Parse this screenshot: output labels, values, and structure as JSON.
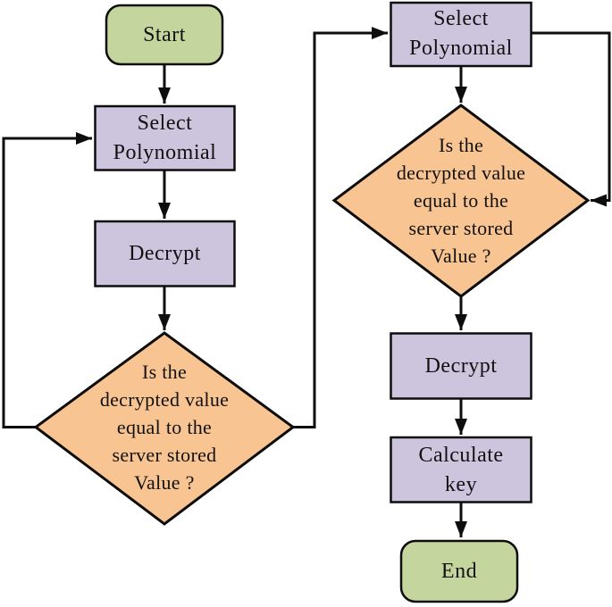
{
  "colors": {
    "terminal_fill": "#c4d69e",
    "process_fill": "#cdc5de",
    "decision_fill": "#f8c492",
    "line": "#0d0d0d",
    "background": "#ffffff",
    "text": "#111111"
  },
  "nodes": {
    "start": {
      "type": "terminal",
      "label": "Start"
    },
    "select_polynomial_1": {
      "type": "process",
      "lines": [
        "Select",
        "Polynomial"
      ]
    },
    "decrypt_1": {
      "type": "process",
      "label": "Decrypt"
    },
    "decision_1": {
      "type": "decision",
      "lines": [
        "Is the",
        "decrypted value",
        "equal to the",
        "server stored",
        "Value ?"
      ]
    },
    "select_polynomial_2": {
      "type": "process",
      "lines": [
        "Select",
        "Polynomial"
      ]
    },
    "decision_2": {
      "type": "decision",
      "lines": [
        "Is the",
        "decrypted value",
        "equal to the",
        "server stored",
        "Value ?"
      ]
    },
    "decrypt_2": {
      "type": "process",
      "label": "Decrypt"
    },
    "calculate_key": {
      "type": "process",
      "lines": [
        "Calculate",
        "key"
      ]
    },
    "end": {
      "type": "terminal",
      "label": "End"
    }
  },
  "edges": [
    {
      "from": "start",
      "to": "select_polynomial_1",
      "route": "down"
    },
    {
      "from": "select_polynomial_1",
      "to": "decrypt_1",
      "route": "down"
    },
    {
      "from": "decrypt_1",
      "to": "decision_1",
      "route": "down"
    },
    {
      "from": "decision_1",
      "to": "select_polynomial_1",
      "route": "left-loop-up"
    },
    {
      "from": "decision_1",
      "to": "select_polynomial_2",
      "route": "right-then-up"
    },
    {
      "from": "select_polynomial_2",
      "to": "decision_2",
      "route": "down"
    },
    {
      "from": "select_polynomial_2",
      "to": "decision_2",
      "route": "right-loop-down"
    },
    {
      "from": "decision_2",
      "to": "decrypt_2",
      "route": "down"
    },
    {
      "from": "decrypt_2",
      "to": "calculate_key",
      "route": "down"
    },
    {
      "from": "calculate_key",
      "to": "end",
      "route": "down"
    }
  ]
}
